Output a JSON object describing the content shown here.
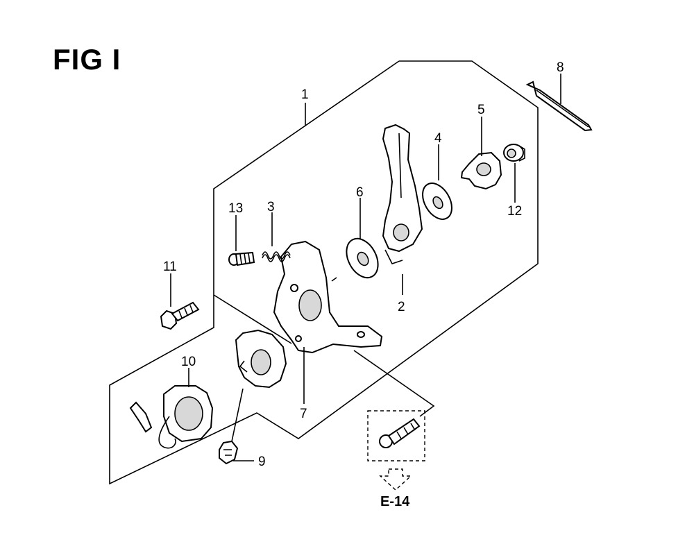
{
  "figure": {
    "title": "FIG I"
  },
  "callouts": [
    {
      "id": "1",
      "label": "1"
    },
    {
      "id": "2",
      "label": "2"
    },
    {
      "id": "3",
      "label": "3"
    },
    {
      "id": "4",
      "label": "4"
    },
    {
      "id": "5",
      "label": "5"
    },
    {
      "id": "6",
      "label": "6"
    },
    {
      "id": "7",
      "label": "7"
    },
    {
      "id": "8",
      "label": "8"
    },
    {
      "id": "9",
      "label": "9"
    },
    {
      "id": "10",
      "label": "10"
    },
    {
      "id": "11",
      "label": "11"
    },
    {
      "id": "12",
      "label": "12"
    },
    {
      "id": "13",
      "label": "13"
    }
  ],
  "reference": {
    "label": "E-14"
  }
}
